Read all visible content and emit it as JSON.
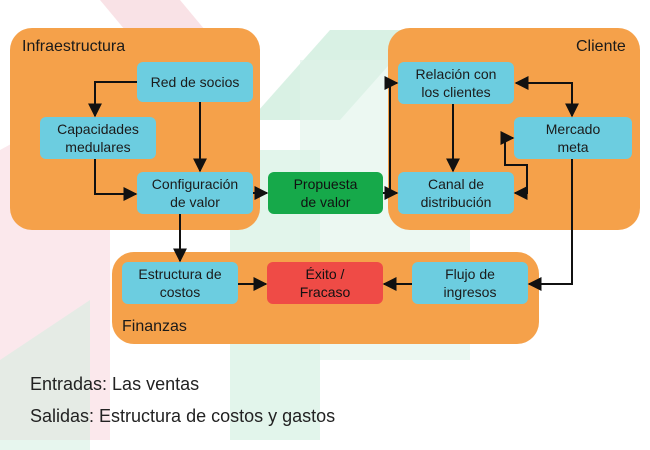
{
  "groups": {
    "infra": "Infraestructura",
    "cliente": "Cliente",
    "finanzas": "Finanzas"
  },
  "nodes": {
    "red_socios": "Red de socios",
    "capacidades": "Capacidades\nmedulares",
    "configuracion": "Configuración\nde valor",
    "propuesta": "Propuesta\nde valor",
    "relacion": "Relación con\nlos clientes",
    "mercado": "Mercado\nmeta",
    "canal": "Canal de\ndistribución",
    "estructura": "Estructura de\ncostos",
    "exito": "Éxito /\nFracaso",
    "flujo": "Flujo de\ningresos"
  },
  "footer": {
    "entradas": "Entradas: Las ventas",
    "salidas": "Salidas: Estructura de costos y gastos"
  },
  "colors": {
    "group_fill": "#f5a14a",
    "node_fill": "#6ccde0",
    "propuesta_fill": "#16a94a",
    "exito_fill": "#ef4b46",
    "arrow": "#111111"
  }
}
